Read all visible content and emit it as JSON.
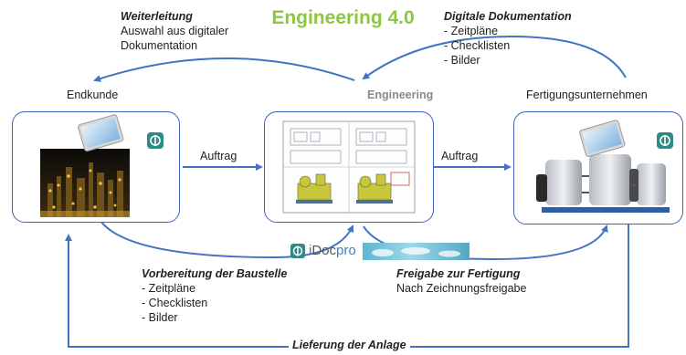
{
  "title": "Engineering 4.0",
  "nodes": {
    "endkunde": "Endkunde",
    "engineering": "Engineering",
    "fertigung": "Fertigungsunternehmen"
  },
  "edges": {
    "auftrag_left": "Auftrag",
    "auftrag_right": "Auftrag"
  },
  "weiterleitung": {
    "heading": "Weiterleitung",
    "lines": [
      "Auswahl aus digitaler",
      "Dokumentation"
    ]
  },
  "digitale_doku": {
    "heading": "Digitale Dokumentation",
    "items": [
      "- Zeitpläne",
      "- Checklisten",
      "- Bilder"
    ]
  },
  "vorbereitung": {
    "heading": "Vorbereitung der Baustelle",
    "items": [
      "- Zeitpläne",
      "- Checklisten",
      "- Bilder"
    ]
  },
  "freigabe": {
    "heading": "Freigabe zur Fertigung",
    "line": "Nach Zeichnungsfreigabe"
  },
  "lieferung": "Lieferung der Anlage",
  "logo": {
    "prefix": "i",
    "word": "Doc",
    "suffix": "pro"
  },
  "colors": {
    "accent_green": "#8dc63f",
    "arrow_blue": "#4472c4",
    "logo_teal": "#2e8a86",
    "logo_blue": "#3e7dbb"
  }
}
